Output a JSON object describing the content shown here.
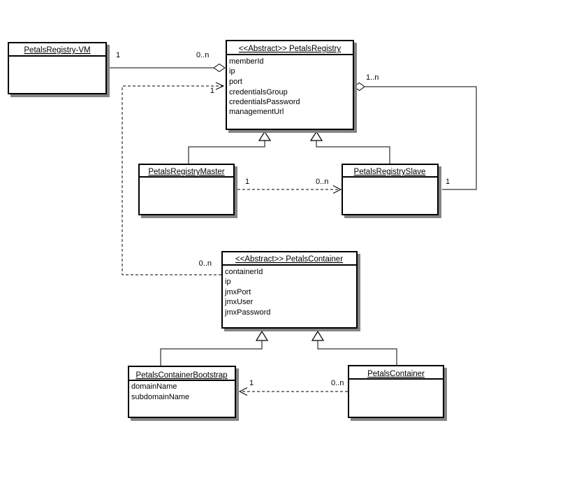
{
  "diagram": {
    "type": "uml-class-diagram",
    "background_color": "#ffffff",
    "line_color": "#000000",
    "box_fill_color": "#ffffff",
    "shadow_color": "#848484"
  },
  "classes": {
    "registry_vm": {
      "name": "PetalsRegistry-VM",
      "attributes": []
    },
    "registry": {
      "name": "<<Abstract>> PetalsRegistry",
      "attributes": [
        "memberId",
        "ip",
        "port",
        "credentialsGroup",
        "credentialsPassword",
        "managementUrl"
      ]
    },
    "registry_master": {
      "name": "PetalsRegistryMaster",
      "attributes": []
    },
    "registry_slave": {
      "name": "PetalsRegistrySlave",
      "attributes": []
    },
    "container_abstract": {
      "name": "<<Abstract>> PetalsContainer",
      "attributes": [
        "containerId",
        "ip",
        "jmxPort",
        "jmxUser",
        "jmxPassword"
      ]
    },
    "container_bootstrap": {
      "name": "PetalsContainerBootstrap",
      "attributes": [
        "domainName",
        "subdomainName"
      ]
    },
    "container": {
      "name": "PetalsContainer",
      "attributes": []
    }
  },
  "relations": {
    "vm_registry": {
      "vm_mult": "1",
      "registry_mult": "0..n"
    },
    "registry_slaves": {
      "registry_mult": "1..n",
      "slave_mult": "1"
    },
    "master_slaves": {
      "master_mult": "1",
      "slave_mult": "0..n"
    },
    "containers_registry": {
      "registry_mult": "1",
      "container_mult": "0..n"
    },
    "containers_bootstrap": {
      "bootstrap_mult": "1",
      "container_mult": "0..n"
    }
  }
}
